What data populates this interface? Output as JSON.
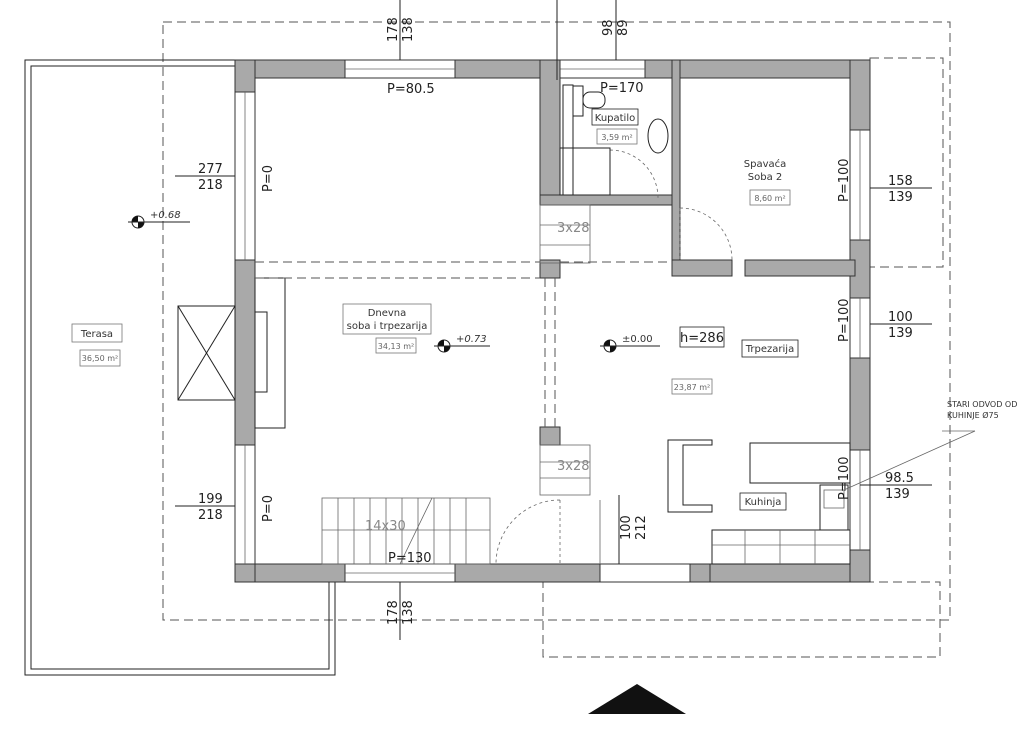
{
  "plan": {
    "rooms": {
      "terrace": {
        "name": "Terasa",
        "area": "36,50 m²"
      },
      "bathroom": {
        "name": "Kupatilo",
        "area": "3,59 m²"
      },
      "bedroom2": {
        "name_line1": "Spavaća",
        "name_line2": "Soba 2",
        "area": "8,60 m²"
      },
      "living": {
        "name_line1": "Dnevna",
        "name_line2": "soba i trpezarija",
        "area": "34,13 m²"
      },
      "dining": {
        "name": "Trpezarija",
        "area": "23,87 m²",
        "height": "h=286"
      },
      "kitchen": {
        "name": "Kuhinja"
      }
    },
    "levels": {
      "terrace": "+0.68",
      "living": "+0.73",
      "dining": "±0.00"
    },
    "stairs": {
      "upper": "3x28",
      "lower": "3x28",
      "main": "14x30"
    },
    "parapets": {
      "top_living": "P=80.5",
      "bathroom": "P=170",
      "left_upper": "P=0",
      "left_lower": "P=0",
      "right_bedroom": "P=100",
      "right_dining": "P=100",
      "right_kitchen": "P=100",
      "bottom_living": "P=130"
    },
    "dimensions": {
      "top_left": {
        "a": "178",
        "b": "138"
      },
      "top_right": {
        "a": "98",
        "b": "89"
      },
      "left_upper": {
        "a": "277",
        "b": "218"
      },
      "left_lower": {
        "a": "199",
        "b": "218"
      },
      "right_upper": {
        "a": "158",
        "b": "139"
      },
      "right_middle": {
        "a": "100",
        "b": "139"
      },
      "right_lower": {
        "a": "98.5",
        "b": "139"
      },
      "door": {
        "a": "100",
        "b": "212"
      },
      "bottom": {
        "a": "178",
        "b": "138"
      }
    },
    "note": {
      "line1": "STARI ODVOD OD",
      "line2": "KUHINJE Ø75"
    }
  }
}
